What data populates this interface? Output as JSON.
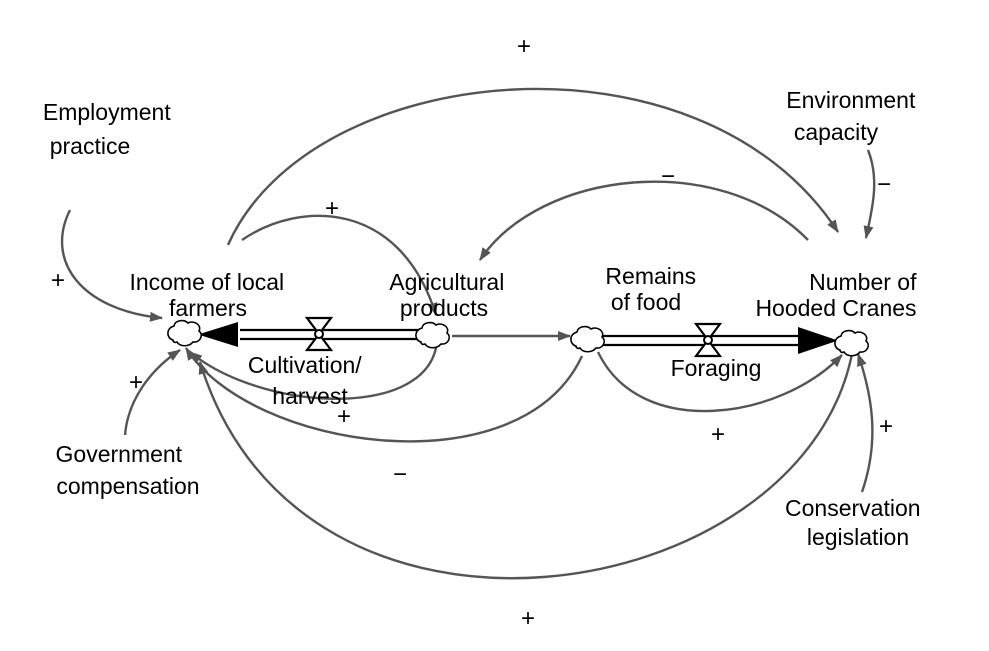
{
  "diagram": {
    "variables": {
      "employment_practice": [
        "Employment",
        "practice"
      ],
      "income_local_farmers": [
        "Income of local",
        "farmers"
      ],
      "agricultural_products": [
        "Agricultural",
        "products"
      ],
      "remains_of_food": [
        "Remains",
        "of food"
      ],
      "number_hooded_cranes": [
        "Number of",
        "Hooded Cranes"
      ],
      "environment_capacity": [
        "Environment",
        "capacity"
      ],
      "government_compensation": [
        "Government",
        "compensation"
      ],
      "conservation_legislation": [
        "Conservation",
        "legislation"
      ]
    },
    "flows": {
      "cultivation_harvest": [
        "Cultivation/",
        "harvest"
      ],
      "foraging": [
        "Foraging"
      ]
    },
    "signs": {
      "top_arc": "+",
      "income_to_agri": "+",
      "cranes_to_agri": "−",
      "env_to_cranes": "−",
      "employment_to_income": "+",
      "government_to_income": "+",
      "agri_to_income": "+",
      "remains_to_income": "−",
      "remains_to_cranes": "+",
      "legislation_to_cranes": "+",
      "bottom_arc": "+"
    },
    "colors": {
      "link": "#555555",
      "flow": "#000000",
      "background": "#ffffff"
    }
  }
}
